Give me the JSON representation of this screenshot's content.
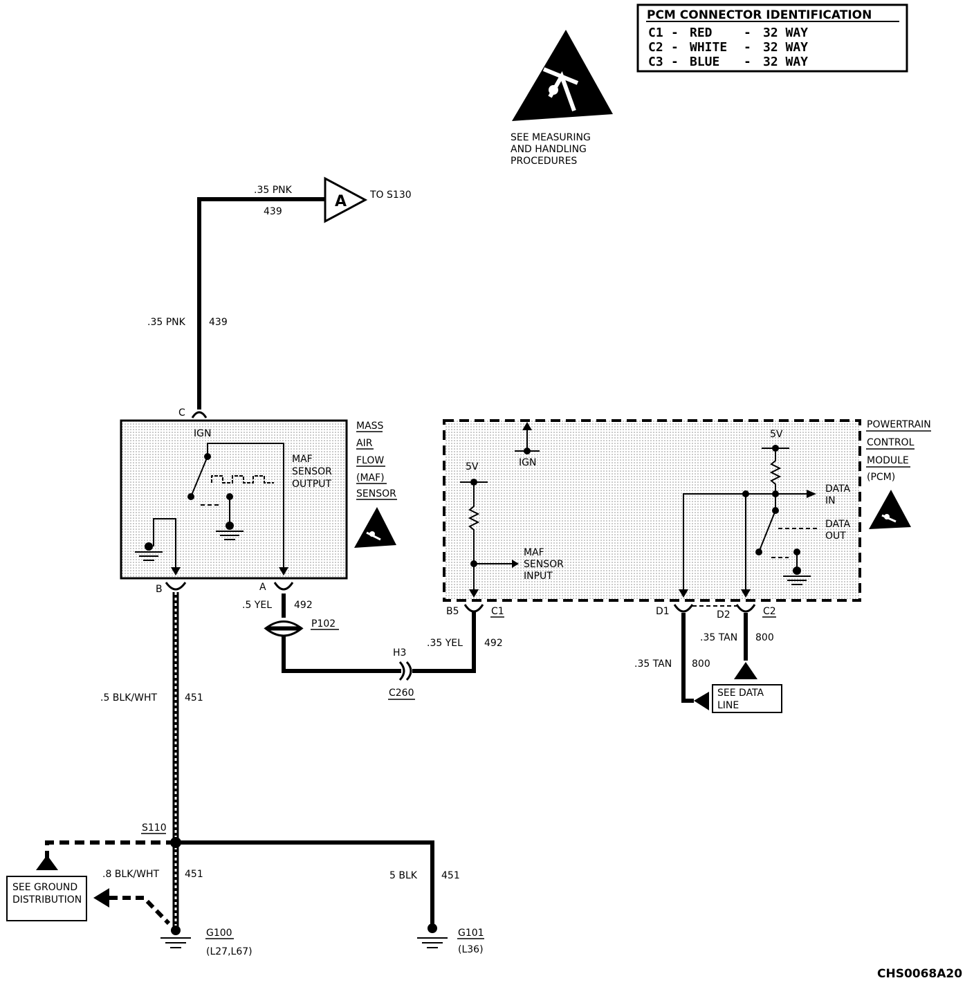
{
  "connector_table": {
    "title": "PCM CONNECTOR IDENTIFICATION",
    "rows": [
      {
        "conn": "C1",
        "color": "RED",
        "ways": "32 WAY"
      },
      {
        "conn": "C2",
        "color": "WHITE",
        "ways": "32 WAY"
      },
      {
        "conn": "C3",
        "color": "BLUE",
        "ways": "32 WAY"
      }
    ],
    "dash": "-"
  },
  "esd_note": [
    "SEE MEASURING",
    "AND HANDLING",
    "PROCEDURES"
  ],
  "ref_a": {
    "letter": "A",
    "to": "TO S130"
  },
  "wire_439_top": {
    "gauge": ".35 PNK",
    "circuit": "439"
  },
  "wire_439_vert": {
    "gauge": ".35 PNK",
    "circuit": "439"
  },
  "maf": {
    "title_lines": [
      "MASS",
      "AIR",
      "FLOW",
      "(MAF)",
      "SENSOR"
    ],
    "ign": "IGN",
    "output_lines": [
      "MAF",
      "SENSOR",
      "OUTPUT"
    ],
    "pin_c": "C",
    "pin_b": "B",
    "pin_a": "A"
  },
  "wire_492_maf": {
    "gauge": ".5 YEL",
    "circuit": "492"
  },
  "p102": "P102",
  "h3": "H3",
  "c260": "C260",
  "wire_492_pcm": {
    "gauge": ".35 YEL",
    "circuit": "492"
  },
  "wire_451_main": {
    "gauge": ".5 BLK/WHT",
    "circuit": "451"
  },
  "s110": "S110",
  "wire_451_g100": {
    "gauge": ".8 BLK/WHT",
    "circuit": "451"
  },
  "wire_451_g101": {
    "gauge": "5 BLK",
    "circuit": "451"
  },
  "ground_note": [
    "SEE GROUND",
    "DISTRIBUTION"
  ],
  "g100": {
    "name": "G100",
    "option": "(L27,L67)"
  },
  "g101": {
    "name": "G101",
    "option": "(L36)"
  },
  "pcm": {
    "title_lines": [
      "POWERTRAIN",
      "CONTROL",
      "MODULE",
      "(PCM)"
    ],
    "ign": "IGN",
    "v5_left": "5V",
    "v5_right": "5V",
    "maf_input_lines": [
      "MAF",
      "SENSOR",
      "INPUT"
    ],
    "data_in": [
      "DATA",
      "IN"
    ],
    "data_out": [
      "DATA",
      "OUT"
    ],
    "pin_b5": "B5",
    "conn_c1": "C1",
    "pin_d1": "D1",
    "pin_d2": "D2",
    "conn_c2": "C2"
  },
  "wire_800_d1": {
    "gauge": ".35 TAN",
    "circuit": "800"
  },
  "wire_800_d2": {
    "gauge": ".35 TAN",
    "circuit": "800"
  },
  "data_line_note": [
    "SEE DATA",
    "LINE"
  ],
  "diagram_id": "CHS0068A20"
}
